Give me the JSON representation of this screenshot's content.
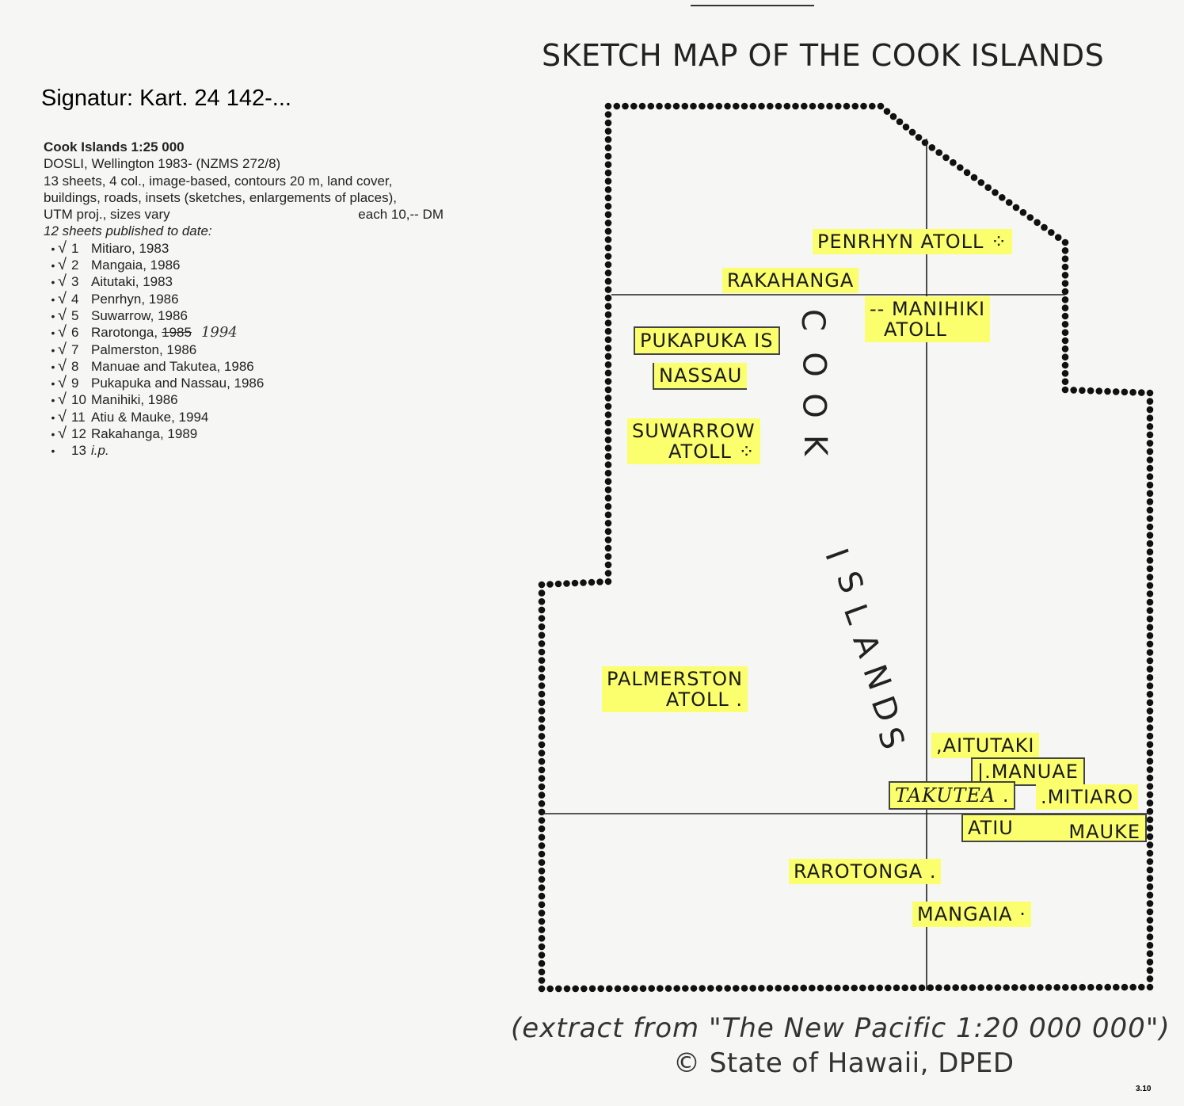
{
  "signatur": "Signatur: Kart. 24 142-...",
  "catalog": {
    "title": "Cook Islands 1:25 000",
    "lines": [
      "DOSLI, Wellington 1983- (NZMS 272/8)",
      "13 sheets, 4 col., image-based, contours 20 m, land cover,",
      "buildings, roads, insets (sketches, enlargements of places),"
    ],
    "proj_left": "UTM proj., sizes vary",
    "proj_right": "each 10,-- DM",
    "published_note": "12 sheets published to date:",
    "sheets": [
      {
        "bullet": "•",
        "check": "√",
        "num": "1",
        "name": "Mitiaro, 1983"
      },
      {
        "bullet": "•",
        "check": "√",
        "num": "2",
        "name": "Mangaia, 1986"
      },
      {
        "bullet": "•",
        "check": "√",
        "num": "3",
        "name": "Aitutaki, 1983"
      },
      {
        "bullet": "•",
        "check": "√",
        "num": "4",
        "name": "Penrhyn, 1986"
      },
      {
        "bullet": "•",
        "check": "√",
        "num": "5",
        "name": "Suwarrow, 1986"
      },
      {
        "bullet": "•",
        "check": "√",
        "num": "6",
        "name": "Rarotonga,",
        "old_year": "1985",
        "new_year": "1994"
      },
      {
        "bullet": "•",
        "check": "√",
        "num": "7",
        "name": "Palmerston, 1986"
      },
      {
        "bullet": "•",
        "check": "√",
        "num": "8",
        "name": "Manuae and Takutea, 1986"
      },
      {
        "bullet": "•",
        "check": "√",
        "num": "9",
        "name": "Pukapuka and Nassau, 1986"
      },
      {
        "bullet": "•",
        "check": "√",
        "num": "10",
        "name": "Manihiki, 1986"
      },
      {
        "bullet": "•",
        "check": "√",
        "num": "11",
        "name": "Atiu & Mauke, 1994"
      },
      {
        "bullet": "•",
        "check": "√",
        "num": "12",
        "name": "Rakahanga, 1989"
      },
      {
        "bullet": "•",
        "check": "",
        "num": "13",
        "name": "i.p."
      }
    ]
  },
  "map": {
    "title": "SKETCH MAP OF THE COOK ISLANDS",
    "region_word_1": "COOK",
    "region_word_2": "ISLANDS",
    "highlight_color": "#fbff6e",
    "labels": {
      "penrhyn": "PENRHYN ATOLL",
      "rakahanga": "RAKAHANGA",
      "manihiki_1": "MANIHIKI",
      "manihiki_2": "ATOLL",
      "pukapuka": "PUKAPUKA IS",
      "nassau": "NASSAU",
      "suwarrow_1": "SUWARROW",
      "suwarrow_2": "ATOLL",
      "palmerston_1": "PALMERSTON",
      "palmerston_2": "ATOLL",
      "aitutaki": "AITUTAKI",
      "manuae": "MANUAE",
      "takutea": "TAKUTEA",
      "mitiaro": "MITIARO",
      "atiu": "ATIU",
      "mauke": "MAUKE",
      "rarotonga": "RAROTONGA",
      "mangaia": "MANGAIA"
    }
  },
  "caption": "(extract from \"The New Pacific 1:20 000 000\")",
  "copyright": "© State of Hawaii, DPED",
  "page_number": "3.10"
}
